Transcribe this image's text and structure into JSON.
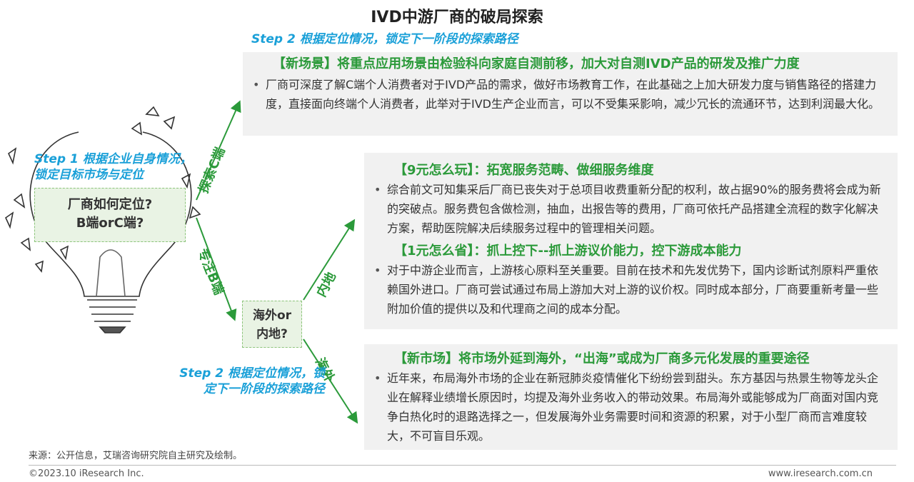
{
  "title": "IVD中游厂商的破局探索",
  "step2_top": "Step 2  根据定位情况，锁定下一阶段的探索路径",
  "step1": "Step 1  根据企业自身情况，锁定目标市场与定位",
  "step2_bottom": "Step 2  根据定位情况，锁定下一阶段的探索路径",
  "question_bc_line1": "厂商如何定位?",
  "question_bc_line2": "B端orC端?",
  "question_region_line1": "海外or",
  "question_region_line2": "内地?",
  "branch_c": "探索C端",
  "branch_b": "专注B端",
  "branch_domestic": "内地",
  "branch_overseas": "海外",
  "panel_new_scene": {
    "heading": "【新场景】将重点应用场景由检验科向家庭自测前移，加大对自测IVD产品的研发及推广力度",
    "bullet": "厂商可深度了解C端个人消费者对于IVD产品的需求，做好市场教育工作，在此基础之上加大研发力度与销售路径的搭建力度，直接面向终端个人消费者，此举对于IVD生产企业而言，可以不受集采影响，减少冗长的流通环节，达到利润最大化。"
  },
  "panel_domestic": {
    "heading1": "【9元怎么玩】：拓宽服务范畴、做细服务维度",
    "bullet1": "综合前文可知集采后厂商已丧失对于总项目收费重新分配的权利，故占据90%的服务费将会成为新的突破点。服务费包含做检测，抽血，出报告等的费用，厂商可依托产品搭建全流程的数字化解决方案，帮助医院解决后续服务过程中的管理相关问题。",
    "heading2": "【1元怎么省】：抓上控下--抓上游议价能力，控下游成本能力",
    "bullet2": "对于中游企业而言，上游核心原料至关重要。目前在技术和先发优势下，国内诊断试剂原料严重依赖国外进口。厂商可尝试通过布局上游加大对上游的议价权。同时成本部分，厂商要重新考量一些附加价值的提供以及和代理商之间的成本分配。"
  },
  "panel_new_market": {
    "heading": "【新市场】将市场外延到海外，“出海”或成为厂商多元化发展的重要途径",
    "bullet": "近年来，布局海外市场的企业在新冠肺炎疫情催化下纷纷尝到甜头。东方基因与热景生物等龙头企业在解释业绩增长原因时，均提及海外业务收入的带动效果。布局海外或能够成为厂商面对国内竞争白热化时的退路选择之一，但发展海外业务需要时间和资源的积累，对于小型厂商而言难度较大，不可盲目乐观。"
  },
  "source": "来源：公开信息，艾瑞咨询研究院自主研究及绘制。",
  "copyright": "©2023.10 iResearch Inc.",
  "website": "www.iresearch.com.cn",
  "colors": {
    "accent_green": "#2b9a3a",
    "step_blue": "#1aa0d8",
    "panel_gray": "#f1f1f1"
  },
  "illustration": "lightbulb-icon"
}
